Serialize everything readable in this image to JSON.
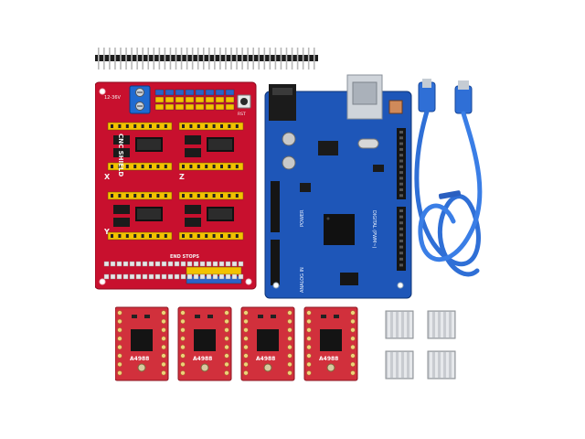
{
  "cnc_shield": {
    "board_label": "CNC SHIELD",
    "axis_x": "X",
    "axis_y": "Y",
    "axis_z": "Z",
    "end_stops_label": "END STOPS",
    "voltage_label": "12-36V",
    "reset_label": "RST"
  },
  "arduino_uno": {
    "analog_in_label": "ANALOG IN",
    "power_label": "POWER",
    "digital_label": "DIGITAL (PWM~)"
  },
  "driver_modules": {
    "chip_label": "A4988",
    "count": 4
  },
  "heatsinks": {
    "count": 4
  },
  "colors": {
    "cnc_board": "#c8102e",
    "uno_board": "#1e56b8",
    "driver_board": "#d1303c",
    "usb_cable": "#2f6fd6",
    "header_yellow": "#f2c200",
    "heatsink": "#c8cbd0"
  }
}
